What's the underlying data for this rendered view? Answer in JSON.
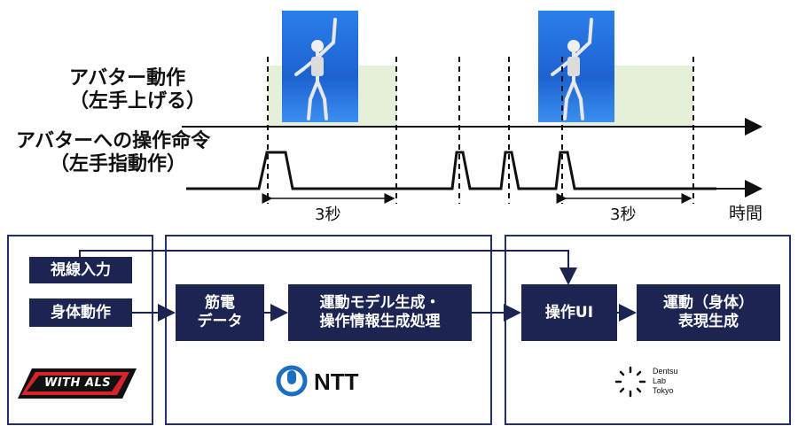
{
  "timeline": {
    "avatar_motion_label": [
      "アバター動作",
      "（左手上げる）"
    ],
    "command_label": [
      "アバターへの操作命令",
      "（左手指動作）"
    ],
    "duration_1": "3秒",
    "duration_2": "3秒",
    "time_axis": "時間"
  },
  "flow": {
    "gaze_input": "視線入力",
    "body_motion": "身体動作",
    "emg_data": [
      "筋電",
      "データ"
    ],
    "processing": [
      "運動モデル生成・",
      "操作情報生成処理"
    ],
    "operation_ui": "操作UI",
    "expression": [
      "運動（身体）",
      "表現生成"
    ]
  },
  "logos": {
    "withals": "WITH ALS",
    "ntt": "NTT",
    "dentsu_lab": [
      "Dentsu",
      "Lab",
      "Tokyo"
    ]
  },
  "colors": {
    "box_fill": "#1c2452",
    "frame": "#25306a",
    "highlight": "#e6f0d9",
    "avatar_bg": "#2a7fe8",
    "ntt_blue": "#1a6fc2",
    "als_red": "#d8232a"
  }
}
